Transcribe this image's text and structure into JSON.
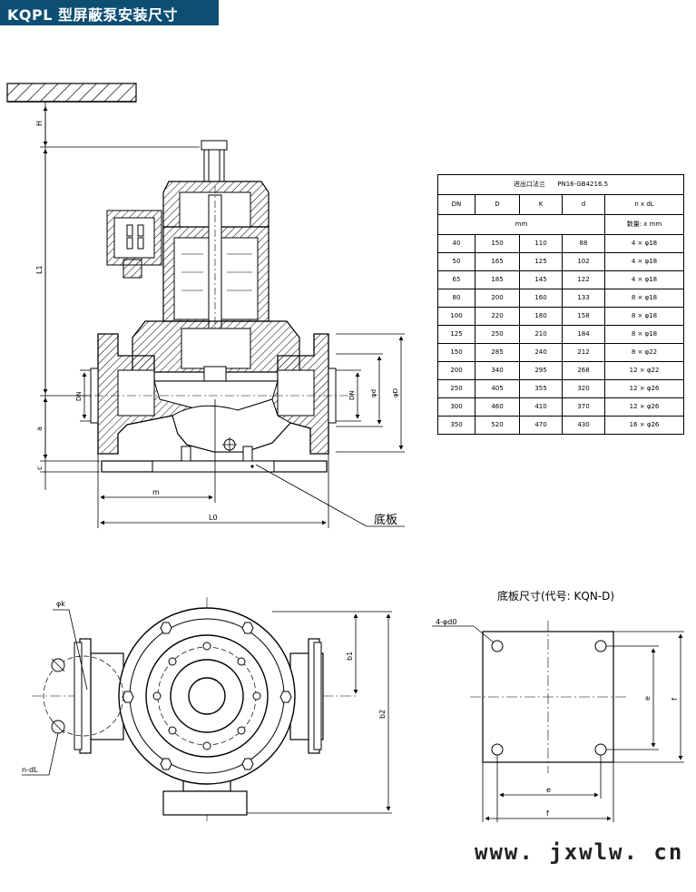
{
  "title": "KQPL 型屏蔽泵安装尺寸",
  "elevation_view": {
    "dimension_labels": {
      "h": "H",
      "l1": "L1",
      "a": "a",
      "c": "c",
      "m": "m",
      "l0": "L0",
      "dn_left": "DN",
      "dn_right": "DN",
      "d_small": "φd",
      "d_big": "φD"
    },
    "callout": "底板"
  },
  "plan_view": {
    "dimension_labels": {
      "phik": "φk",
      "ndl": "n-dL",
      "b1": "b1",
      "b2": "b2"
    }
  },
  "base_plate": {
    "caption": "底板尺寸(代号: KQN-D)",
    "holes_label": "4-φd0",
    "dimension_labels": {
      "e_h": "e",
      "f_h": "f",
      "e_v": "e",
      "f_v": "f"
    }
  },
  "flange_table": {
    "title": "进出口法兰",
    "standard": "PN16-GB4216.5",
    "headers": [
      "DN",
      "D",
      "K",
      "d",
      "n x dL"
    ],
    "unit_mm": "mm",
    "unit_count": "数量:  x mm",
    "rows": [
      [
        "40",
        "150",
        "110",
        "88",
        "4 × φ18"
      ],
      [
        "50",
        "165",
        "125",
        "102",
        "4 × φ18"
      ],
      [
        "65",
        "185",
        "145",
        "122",
        "4 × φ18"
      ],
      [
        "80",
        "200",
        "160",
        "133",
        "8 × φ18"
      ],
      [
        "100",
        "220",
        "180",
        "158",
        "8 × φ18"
      ],
      [
        "125",
        "250",
        "210",
        "184",
        "8 × φ18"
      ],
      [
        "150",
        "285",
        "240",
        "212",
        "8 × φ22"
      ],
      [
        "200",
        "340",
        "295",
        "268",
        "12 × φ22"
      ],
      [
        "250",
        "405",
        "355",
        "320",
        "12 × φ26"
      ],
      [
        "300",
        "460",
        "410",
        "370",
        "12 × φ26"
      ],
      [
        "350",
        "520",
        "470",
        "430",
        "16 × φ26"
      ]
    ]
  },
  "watermark": "www. jxwlw. cn"
}
